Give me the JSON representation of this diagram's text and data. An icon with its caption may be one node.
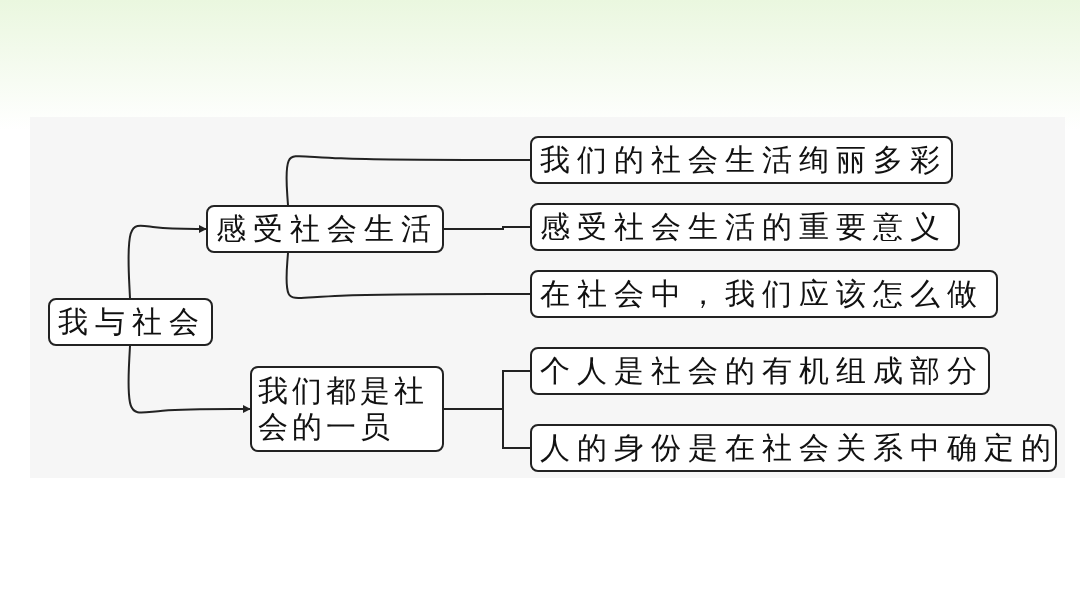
{
  "diagram": {
    "nodes": [
      {
        "text": [
          "我与社会"
        ]
      },
      {
        "text": [
          "感受社会生活"
        ]
      },
      {
        "text": [
          "我们都是社会的一员"
        ]
      },
      {
        "text": [
          "我们的社会生活绚丽多彩"
        ]
      },
      {
        "text": [
          "感受社会生活的重要意义"
        ]
      },
      {
        "text": [
          "在社会中，我们应该怎么做"
        ]
      },
      {
        "text": [
          "个人是社会的有机组成部分"
        ]
      },
      {
        "text": [
          "人的身份是在社会关系中确定的"
        ]
      }
    ],
    "edges": [
      {
        "from": 0,
        "to": 1,
        "arrow": "to"
      },
      {
        "from": 0,
        "to": 2,
        "arrow": "to"
      },
      {
        "from": 1,
        "to": 3,
        "arrow": "none"
      },
      {
        "from": 1,
        "to": 4,
        "arrow": "none"
      },
      {
        "from": 1,
        "to": 5,
        "arrow": "none"
      },
      {
        "from": 2,
        "to": 6,
        "arrow": "none"
      },
      {
        "from": 2,
        "to": 7,
        "arrow": "none"
      }
    ]
  }
}
